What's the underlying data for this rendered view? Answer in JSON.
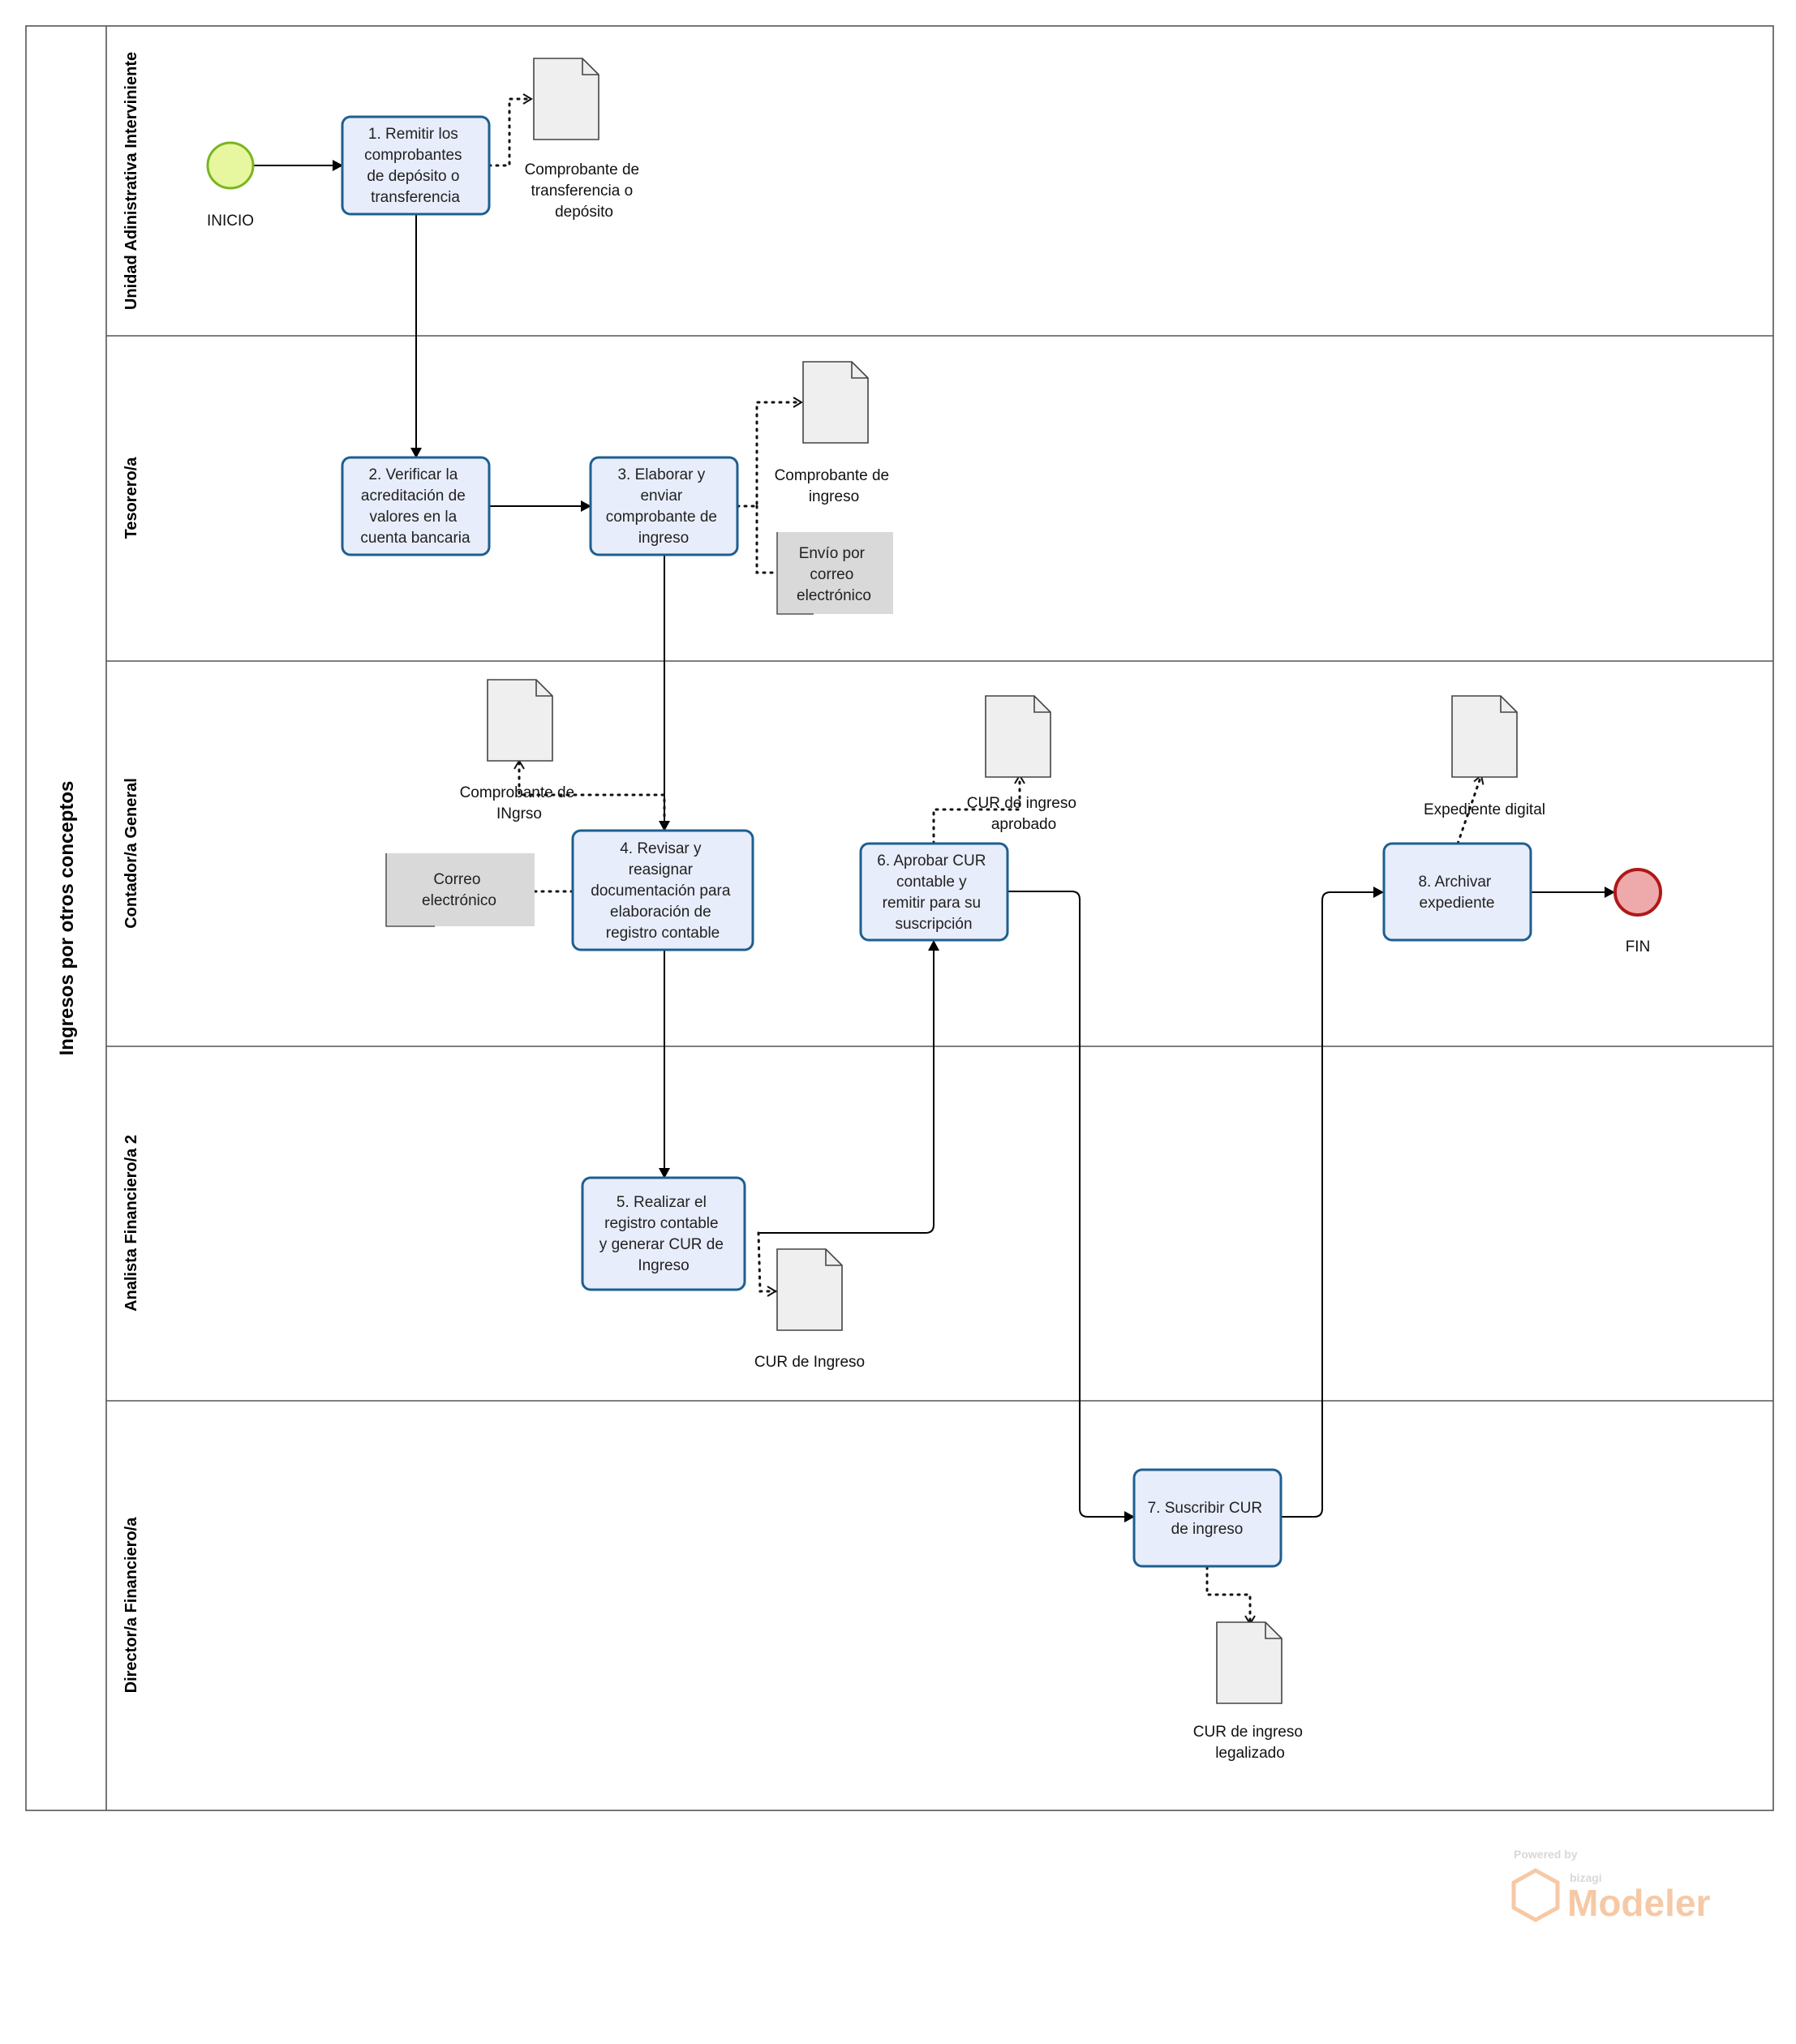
{
  "pool": {
    "title": "Ingresos por otros conceptos"
  },
  "lanes": [
    "Unidad Adinistrativa Interviniente",
    "Tesorero/a",
    "Contador/a General",
    "Analista Financiero/a 2",
    "Director/a Financiero/a"
  ],
  "events": {
    "start": "INICIO",
    "end": "FIN"
  },
  "tasks": [
    [
      "1. Remitir los",
      "comprobantes",
      "de depósito o",
      "transferencia"
    ],
    [
      "2. Verificar la",
      "acreditación de",
      "valores en la",
      "cuenta bancaria"
    ],
    [
      "3. Elaborar y",
      "enviar",
      "comprobante de",
      "ingreso"
    ],
    [
      "4. Revisar y",
      "reasignar",
      "documentación para",
      "elaboración de",
      "registro contable"
    ],
    [
      "5. Realizar el",
      "registro contable",
      "y generar CUR de",
      "Ingreso"
    ],
    [
      "6. Aprobar CUR",
      "contable y",
      "remitir para su",
      "suscripción"
    ],
    [
      "7. Suscribir CUR",
      "de ingreso"
    ],
    [
      "8. Archivar",
      "expediente"
    ]
  ],
  "documents": [
    [
      "Comprobante de",
      "transferencia o",
      "depósito"
    ],
    [
      "Comprobante de",
      "ingreso"
    ],
    [
      "Comprobante de",
      "INgrso"
    ],
    [
      "CUR de ingreso",
      "aprobado"
    ],
    [
      "Expediente digital"
    ],
    [
      "CUR de Ingreso"
    ],
    [
      "CUR de ingreso",
      "legalizado"
    ]
  ],
  "data_stores": [
    [
      "Envío por",
      "correo",
      "electrónico"
    ],
    [
      "Correo",
      "electrónico"
    ]
  ],
  "watermark": {
    "powered": "Powered by",
    "brand": "bizagi",
    "product": "Modeler"
  },
  "colors": {
    "task_fill": "#e8edfb",
    "task_border": "#1d5f8f",
    "start_fill": "#e6f7a0",
    "start_border": "#7ab520",
    "end_fill": "#eeaaaa",
    "end_border": "#b01818",
    "watermark_accent": "#f6c9a6"
  }
}
